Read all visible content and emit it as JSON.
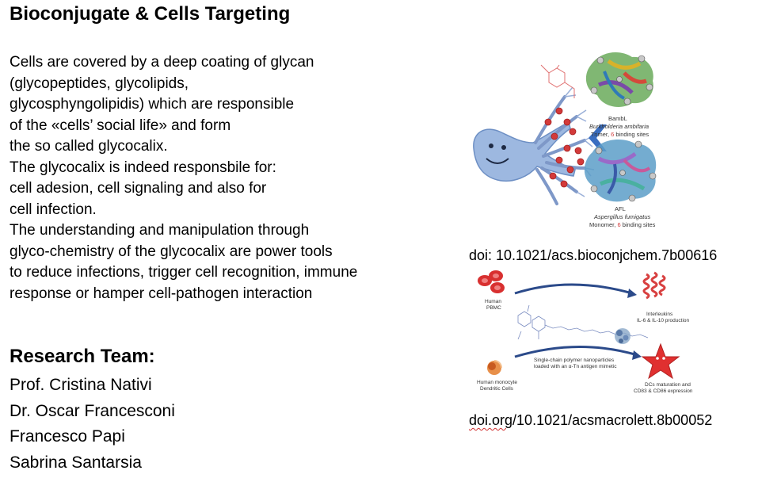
{
  "slide": {
    "title": "Bioconjugate & Cells Targeting",
    "body_lines": [
      "Cells are covered by a deep coating of glycan",
      "(glycopeptides, glycolipids,",
      "glycosphyngolipidis) which are responsible",
      "of the «cells’ social life» and form",
      "the so called glycocalix.",
      "The glycocalix is indeed responsbile for:",
      "cell adesion, cell signaling and also for",
      "cell infection.",
      "The understanding and manipulation through",
      "glyco-chemistry of the glycocalix are power tools",
      "to reduce infections, trigger cell recognition, immune",
      "response or hamper cell-pathogen interaction"
    ],
    "team_title": "Research Team:",
    "team": [
      "Prof. Cristina Nativi",
      "Dr. Oscar Francesconi",
      "Francesco Papi",
      "Sabrina Santarsia"
    ]
  },
  "figure1": {
    "bambl_name": "BambL",
    "bambl_species": "Burkholderia ambifaria",
    "bambl_sites_pre": "Trimer, ",
    "bambl_sites_num": "6",
    "bambl_sites_post": " binding sites",
    "afl_name": "AFL",
    "afl_species": "Aspergillus fumigatus",
    "afl_sites_pre": "Monomer, ",
    "afl_sites_num": "6",
    "afl_sites_post": " binding sites",
    "doi": "doi: 10.1021/acs.bioconjchem.7b00616"
  },
  "figure2": {
    "pbmc_line1": "Human",
    "pbmc_line2": "PBMC",
    "interleukins_line1": "Interleukins",
    "interleukins_line2": "IL-6 & IL-10 production",
    "nanoparticles_line1": "Single-chain polymer nanoparticles",
    "nanoparticles_line2": "loaded with an α-Tn antigen mimetic",
    "monocyte_line1": "Human monocyte",
    "monocyte_line2": "Dendritic Cells",
    "dc_line1": "DCs maturation and",
    "dc_line2": "CD83 & CD86 expression",
    "doi_prefix": "doi.org",
    "doi_rest": "/10.1021/acsmacrolett.8b00052"
  },
  "colors": {
    "cell_blue": "#9db8e0",
    "arrow_blue": "#3a6ec0",
    "sugar_red": "#d33a3a",
    "star_red": "#e03030",
    "dark_blue_arrow": "#2b4a8a"
  }
}
